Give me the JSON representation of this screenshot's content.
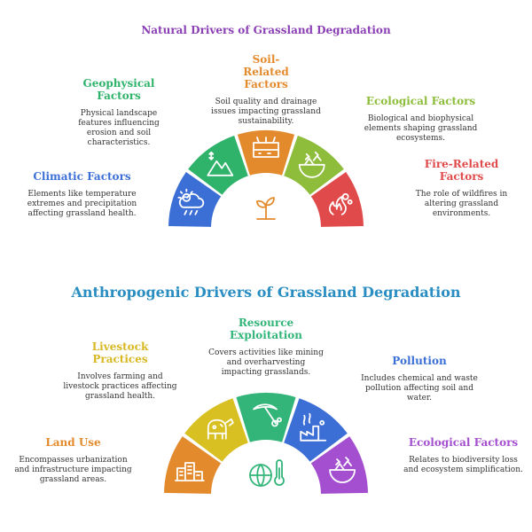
{
  "sections": [
    {
      "title": "Natural Drivers of Grassland Degradation",
      "center_icon": "plant-growing-icon",
      "items": [
        {
          "heading": "Climatic Factors",
          "desc": "Elements like temperature extremes and precipitation affecting grassland health.",
          "color": "#3b6fd6",
          "icon": "weather-cloud-sun-rain-icon"
        },
        {
          "heading": "Geophysical Factors",
          "desc": "Physical landscape features influencing erosion and soil characteristics.",
          "color": "#2fb36b",
          "icon": "mountain-elevation-icon"
        },
        {
          "heading": "Soil-Related Factors",
          "desc": "Soil quality and drainage issues impacting grassland sustainability.",
          "color": "#e38a2c",
          "icon": "soil-layers-icon"
        },
        {
          "heading": "Ecological Factors",
          "desc": "Biological and biophysical elements shaping grassland ecosystems.",
          "color": "#8dbd3a",
          "icon": "ecosystem-landscape-icon"
        },
        {
          "heading": "Fire-Related Factors",
          "desc": "The role of wildfires in altering grassland environments.",
          "color": "#e04a4a",
          "icon": "wildfire-icon"
        }
      ]
    },
    {
      "title": "Anthropogenic Drivers of Grassland Degradation",
      "center_icon": "globe-thermometer-icon",
      "items": [
        {
          "heading": "Land Use",
          "desc": "Encompasses urbanization and infrastructure impacting grassland areas.",
          "color": "#e38a2c",
          "icon": "buildings-icon"
        },
        {
          "heading": "Livestock Practices",
          "desc": "Involves farming and livestock practices affecting grassland health.",
          "color": "#d8c023",
          "icon": "cow-icon"
        },
        {
          "heading": "Resource Exploitation",
          "desc": "Covers activities like mining and overharvesting impacting grasslands.",
          "color": "#33b57a",
          "icon": "pickaxe-icon"
        },
        {
          "heading": "Pollution",
          "desc": "Includes chemical and waste pollution affecting soil and water.",
          "color": "#3b6fd6",
          "icon": "factory-pollution-icon"
        },
        {
          "heading": "Ecological Factors",
          "desc": "Relates to biodiversity loss and ecosystem simplification.",
          "color": "#a44fcf",
          "icon": "ecosystem-landscape-icon"
        }
      ]
    }
  ]
}
